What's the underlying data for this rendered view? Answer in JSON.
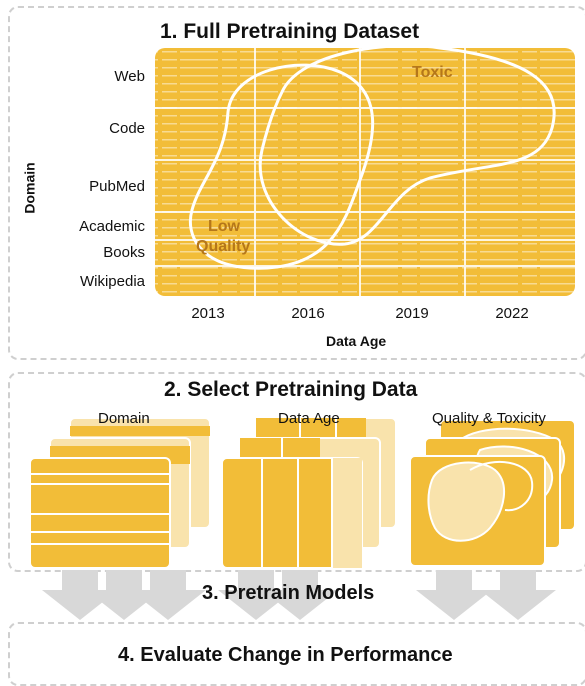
{
  "step1": {
    "title": "1. Full Pretraining Dataset",
    "y_axis_title": "Domain",
    "x_axis_title": "Data Age",
    "domains": [
      "Web",
      "Code",
      "PubMed",
      "Academic",
      "Books",
      "Wikipedia"
    ],
    "years": [
      "2013",
      "2016",
      "2019",
      "2022"
    ],
    "toxic_label": "Toxic",
    "low_quality_label": [
      "Low",
      "Quality"
    ]
  },
  "step2": {
    "title": "2. Select Pretraining Data",
    "card_labels": [
      "Domain",
      "Data Age",
      "Quality & Toxicity"
    ]
  },
  "step3": {
    "title": "3. Pretrain Models"
  },
  "step4": {
    "title": "4. Evaluate Change in Performance"
  },
  "colors": {
    "dark_yellow": "#f2bd38",
    "light_yellow": "#f9e3ac",
    "panel_border": "#cfcfcf",
    "arrow_gray": "#d8d8d8",
    "region_text": "#b5771a"
  }
}
